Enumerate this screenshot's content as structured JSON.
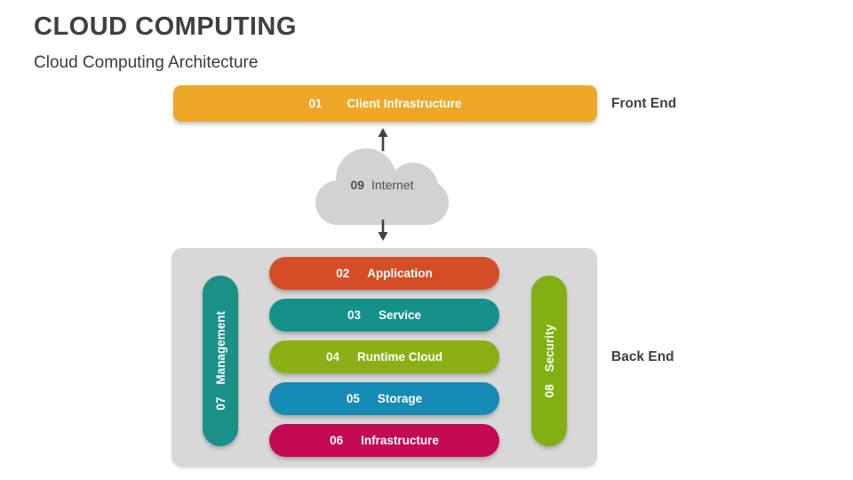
{
  "slide": {
    "title": "CLOUD COMPUTING",
    "subtitle": "Cloud Computing Architecture"
  },
  "front_end": {
    "section_label": "Front End",
    "bar": {
      "number": "01",
      "label": "Client Infrastructure",
      "color": "#eea727"
    }
  },
  "internet": {
    "number": "09",
    "label": "Internet",
    "cloud_color": "#d2d2d2",
    "arrow_color": "#414141"
  },
  "back_end": {
    "section_label": "Back End",
    "container_color": "#d8d8d8",
    "layers": [
      {
        "number": "02",
        "label": "Application",
        "color": "#d54d26"
      },
      {
        "number": "03",
        "label": "Service",
        "color": "#15908a"
      },
      {
        "number": "04",
        "label": "Runtime Cloud",
        "color": "#8bb015"
      },
      {
        "number": "05",
        "label": "Storage",
        "color": "#168bb6"
      },
      {
        "number": "06",
        "label": "Infrastructure",
        "color": "#c40a55"
      }
    ],
    "side_pills": [
      {
        "number": "07",
        "label": "Management",
        "color": "#1b9089"
      },
      {
        "number": "08",
        "label": "Security",
        "color": "#82af12"
      }
    ]
  }
}
